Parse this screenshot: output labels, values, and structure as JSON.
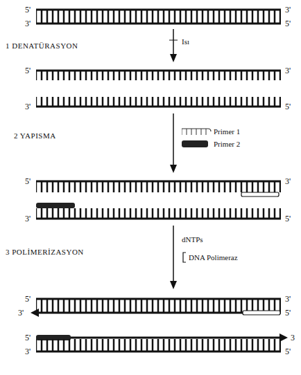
{
  "diagram": {
    "labels": [
      "5'",
      "3'",
      "3'",
      "5'",
      "1 DENATÜRASYON",
      "Isı",
      "5'",
      "3'",
      "3'",
      "5'",
      "2 YAPISMA",
      "Primer 1",
      "Primer 2",
      "5'",
      "3'",
      "3'",
      "5'",
      "3 POLİMERİZASYON",
      "dNTPs",
      "DNA Polimeraz",
      "5'",
      "3'",
      "3'",
      "5'",
      "5'",
      "3",
      "3'",
      "5'"
    ]
  }
}
